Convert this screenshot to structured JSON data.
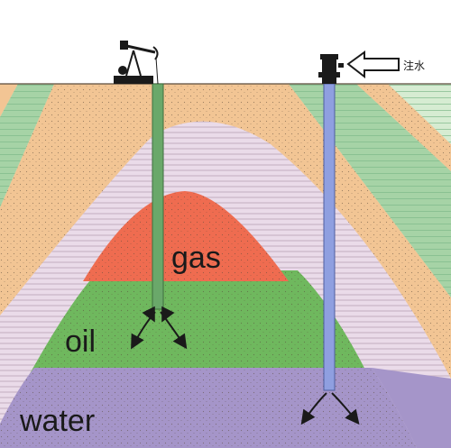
{
  "labels": {
    "gas": "gas",
    "oil": "oil",
    "water": "water",
    "injection": "注水"
  },
  "colors": {
    "background": "#ffffff",
    "tan_layer": "#f2c594",
    "green_stripe": "#a6d3a6",
    "green_stripe_light": "#d6ecd2",
    "caprock": "#eadbe9",
    "caprock_line": "#c9b4c7",
    "gas": "#ef6c50",
    "oil": "#6fb85e",
    "water": "#a595c9",
    "production_well": "#6aa86a",
    "injection_well": "#8f9fe0",
    "arrow": "#1a1a1a"
  }
}
